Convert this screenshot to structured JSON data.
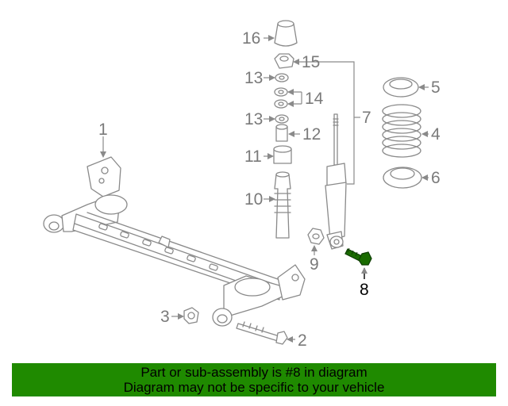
{
  "callouts": {
    "c1": "1",
    "c2": "2",
    "c3": "3",
    "c4": "4",
    "c5": "5",
    "c6": "6",
    "c7": "7",
    "c8": "8",
    "c9": "9",
    "c10": "10",
    "c11": "11",
    "c12": "12",
    "c13a": "13",
    "c13b": "13",
    "c14": "14",
    "c15": "15",
    "c16": "16"
  },
  "highlight_part": "8",
  "colors": {
    "banner": "#1f8a00",
    "highlight": "#1a6b00",
    "line": "#8a8a8a"
  },
  "banner": {
    "line1": "Part or sub-assembly is #8 in diagram",
    "line2": "Diagram may not be specific to your vehicle"
  }
}
